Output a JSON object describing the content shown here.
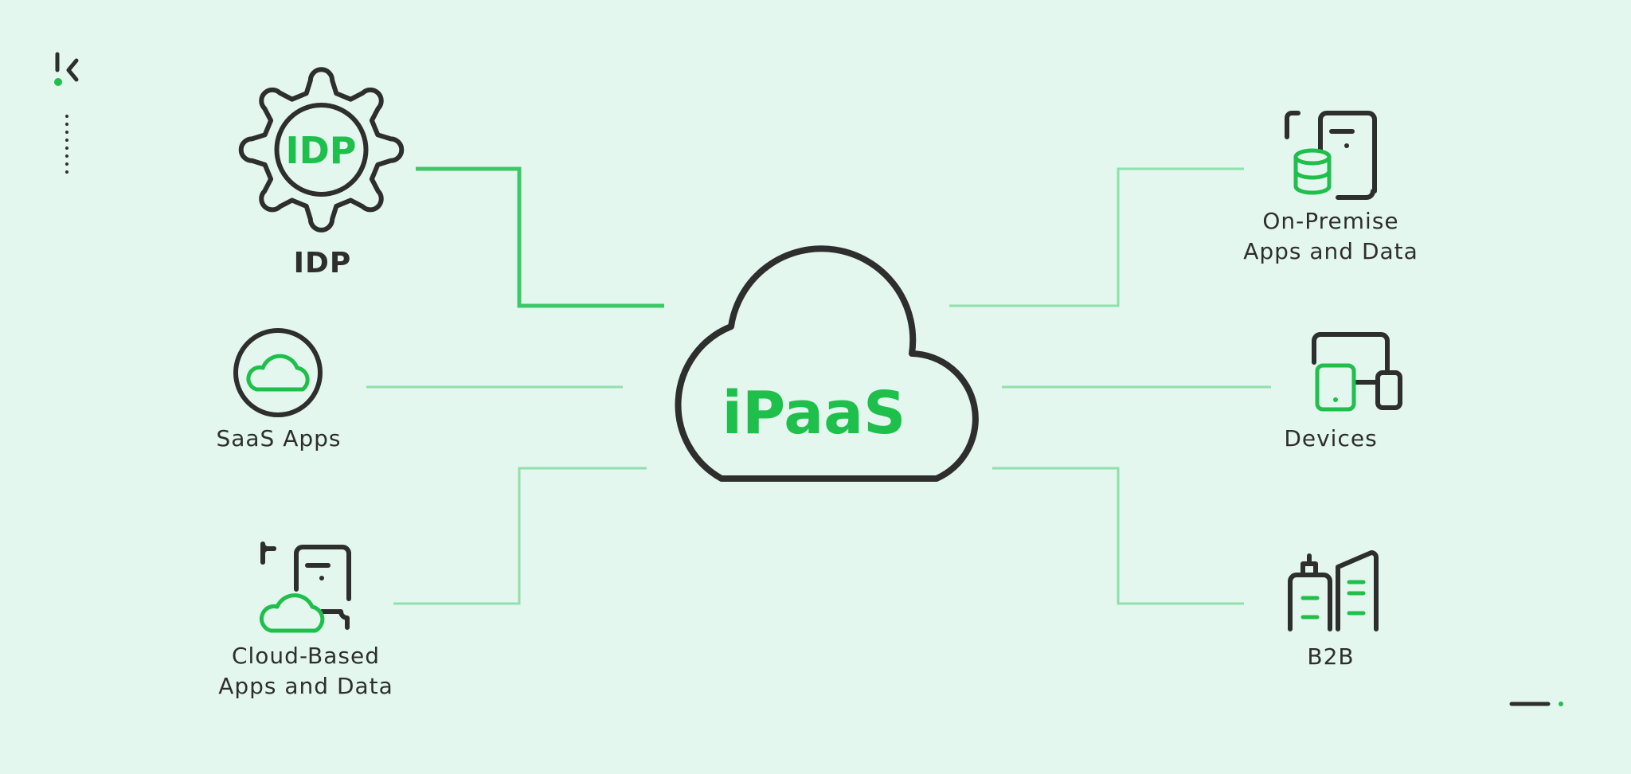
{
  "diagram": {
    "center": {
      "label": "iPaaS",
      "icon": "cloud-icon"
    },
    "left_nodes": [
      {
        "id": "idp",
        "label": "IDP",
        "badge": "IDP",
        "icon": "gear-icon"
      },
      {
        "id": "saas",
        "label": "SaaS Apps",
        "icon": "cloud-circle-icon"
      },
      {
        "id": "cloud-based",
        "label_lines": [
          "Cloud-Based",
          "Apps and Data"
        ],
        "icon": "cloud-document-icon"
      }
    ],
    "right_nodes": [
      {
        "id": "on-premise",
        "label_lines": [
          "On-Premise",
          "Apps and Data"
        ],
        "icon": "database-document-icon"
      },
      {
        "id": "devices",
        "label": "Devices",
        "icon": "devices-icon"
      },
      {
        "id": "b2b",
        "label": "B2B",
        "icon": "buildings-icon"
      }
    ],
    "edges": [
      {
        "from": "idp",
        "to": "center",
        "emphasis": "strong"
      },
      {
        "from": "saas",
        "to": "center",
        "emphasis": "normal"
      },
      {
        "from": "cloud-based",
        "to": "center",
        "emphasis": "normal"
      },
      {
        "from": "on-premise",
        "to": "center",
        "emphasis": "normal"
      },
      {
        "from": "devices",
        "to": "center",
        "emphasis": "normal"
      },
      {
        "from": "b2b",
        "to": "center",
        "emphasis": "normal"
      }
    ]
  },
  "branding": {
    "logo_icon": "k-logo-icon"
  },
  "colors": {
    "background": "#e3f7ee",
    "accent": "#1fbf4c",
    "connector_strong": "#3dc868",
    "connector_light": "#8fe0ac",
    "stroke_dark": "#2e2e2e"
  }
}
